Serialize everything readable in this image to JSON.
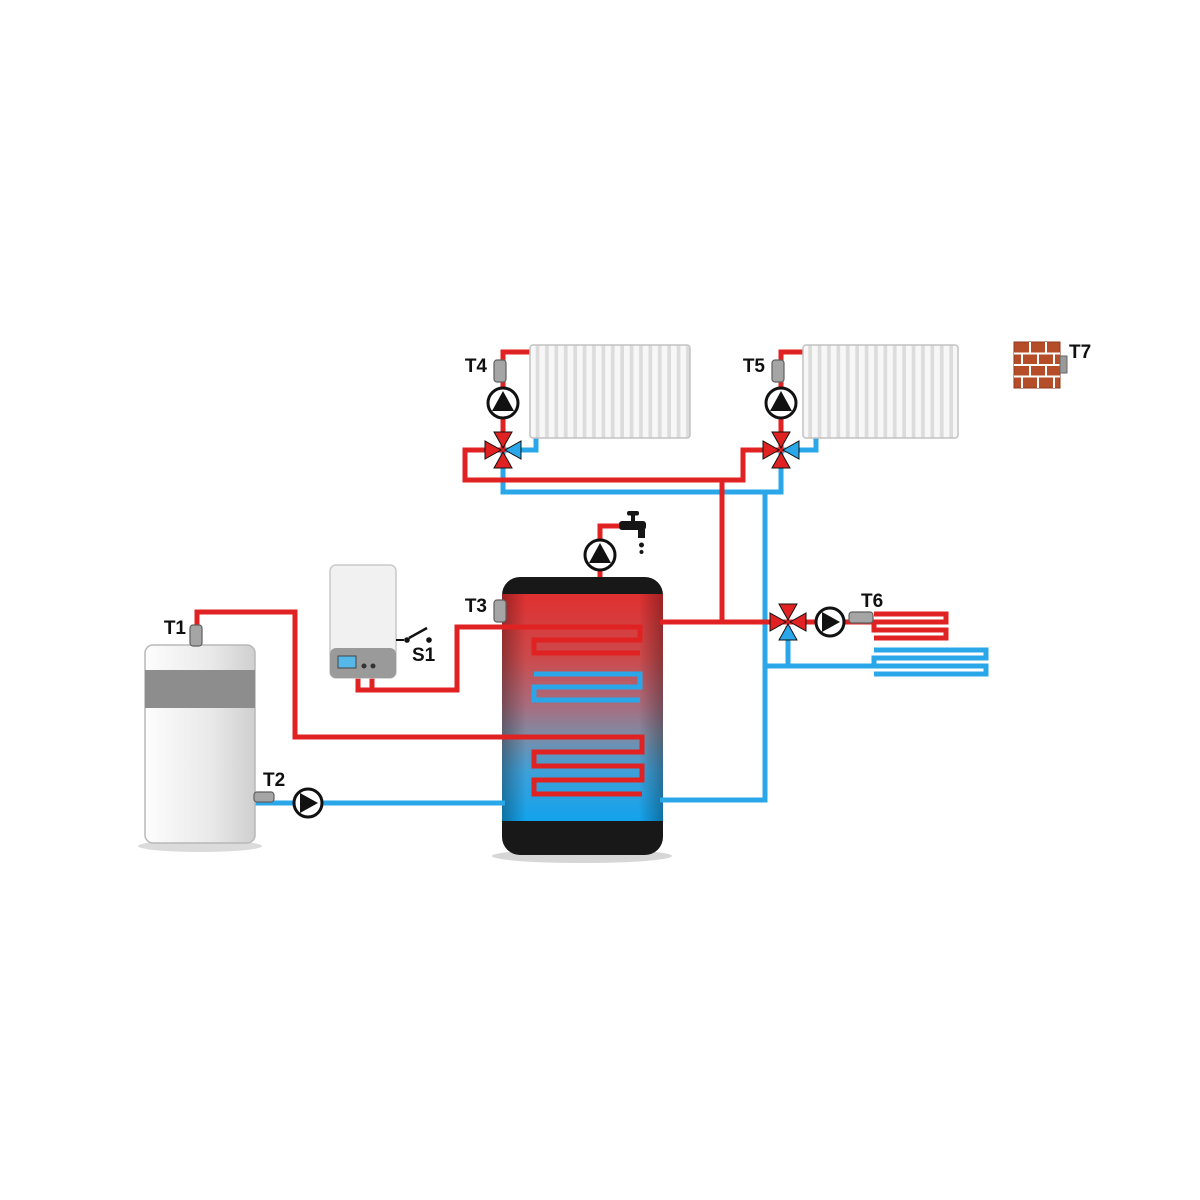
{
  "diagram": {
    "labels": {
      "t1": "T1",
      "t2": "T2",
      "t3": "T3",
      "t4": "T4",
      "t5": "T5",
      "t6": "T6",
      "t7": "T7",
      "s1": "S1"
    },
    "colors": {
      "supply_pipe": "#e02222",
      "return_pipe": "#2aa7e8",
      "sensor_body": "#a5a5a5",
      "brick": "#b44d28",
      "tank_hot": "#e03030",
      "tank_cold": "#12a3ec",
      "pump_outline": "#111111"
    },
    "icons": {
      "pump": "circle-with-triangle",
      "mixing_valve": "four-way-cross",
      "faucet": "tap",
      "switch": "open-contact",
      "brick_wall": "brick-pattern",
      "sensor": "gray-capsule"
    }
  }
}
